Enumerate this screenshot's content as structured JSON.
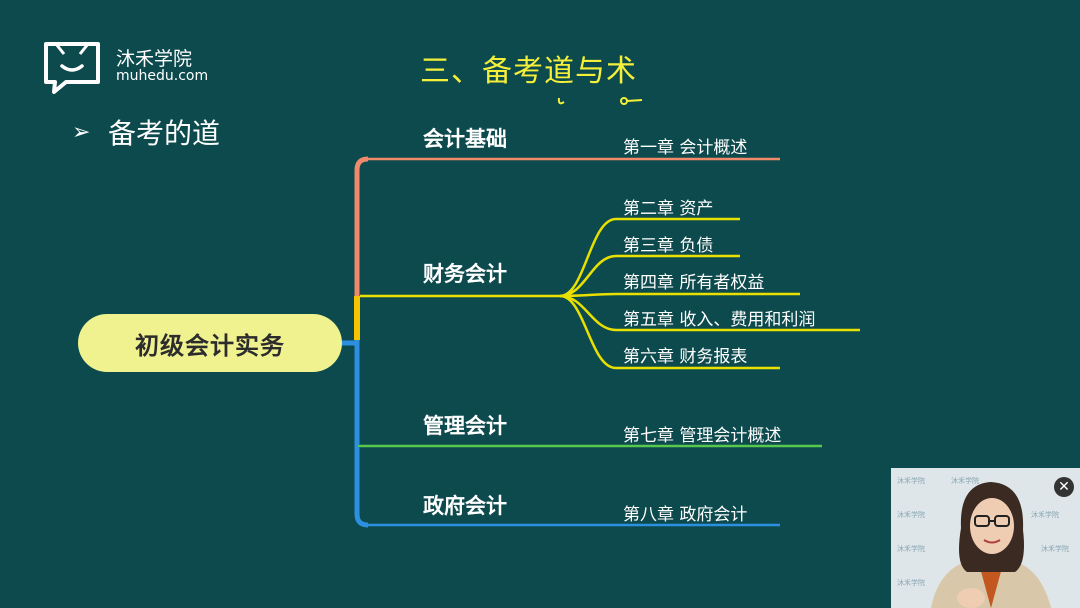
{
  "logo": {
    "name": "沐禾学院",
    "url": "muhedu.com",
    "icon": "chat-bubble-icon"
  },
  "slide": {
    "title": "三、备考道与术",
    "bullet": "备考的道",
    "center": "初级会计实务",
    "branches": [
      {
        "label": "会计基础",
        "color": "#f08a6a",
        "leaves": [
          "第一章 会计概述"
        ]
      },
      {
        "label": "财务会计",
        "color": "#f5c400",
        "leaves": [
          "第二章 资产",
          "第三章 负债",
          "第四章 所有者权益",
          "第五章 收入、费用和利润",
          "第六章 财务报表"
        ]
      },
      {
        "label": "管理会计",
        "color": "#57c84d",
        "leaves": [
          "第七章 管理会计概述"
        ]
      },
      {
        "label": "政府会计",
        "color": "#2d8fe0",
        "leaves": [
          "第八章 政府会计"
        ]
      }
    ]
  },
  "webcam": {
    "watermark": "沐禾学院",
    "close_icon": "close-icon"
  },
  "colors": {
    "background": "#0d4a4d",
    "title": "#f4f03a",
    "center_node": "#f0f18f",
    "leaf_line": "#e8e000"
  }
}
